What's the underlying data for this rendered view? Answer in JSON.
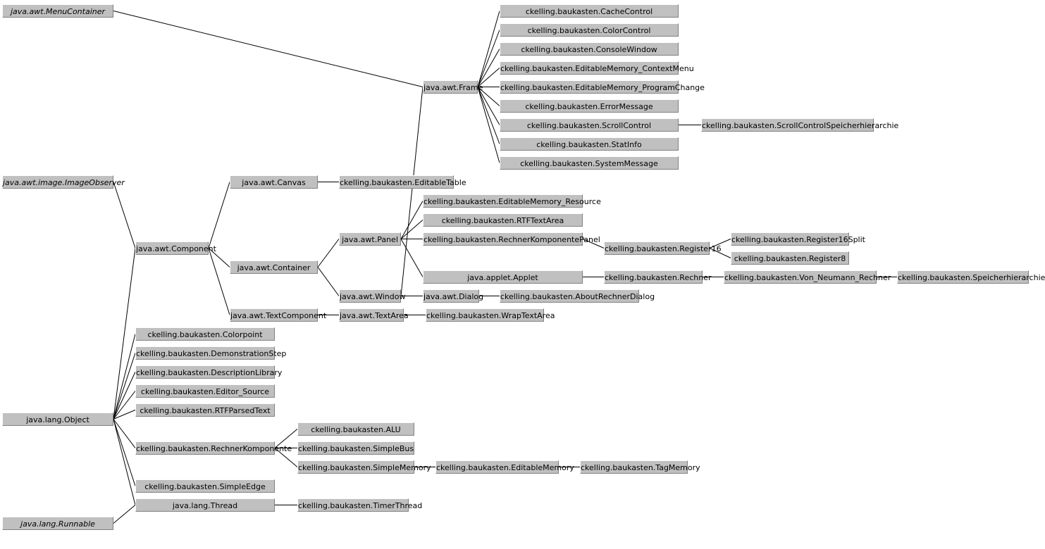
{
  "colors": {
    "node_bg": "#c0c0c0",
    "line": "#000000",
    "background": "#ffffff"
  },
  "nodes": [
    {
      "id": "MenuContainer",
      "label": "java.awt.MenuContainer",
      "interface": true
    },
    {
      "id": "ImageObserver",
      "label": "java.awt.image.ImageObserver",
      "interface": true
    },
    {
      "id": "Object",
      "label": "java.lang.Object"
    },
    {
      "id": "Runnable",
      "label": "java.lang.Runnable",
      "interface": true
    },
    {
      "id": "Component",
      "label": "java.awt.Component"
    },
    {
      "id": "Colorpoint",
      "label": "ckelling.baukasten.Colorpoint"
    },
    {
      "id": "DemonstrationStep",
      "label": "ckelling.baukasten.DemonstrationStep"
    },
    {
      "id": "DescriptionLibrary",
      "label": "ckelling.baukasten.DescriptionLibrary"
    },
    {
      "id": "Editor_Source",
      "label": "ckelling.baukasten.Editor_Source"
    },
    {
      "id": "RTFParsedText",
      "label": "ckelling.baukasten.RTFParsedText"
    },
    {
      "id": "RechnerKomponente",
      "label": "ckelling.baukasten.RechnerKomponente"
    },
    {
      "id": "SimpleEdge",
      "label": "ckelling.baukasten.SimpleEdge"
    },
    {
      "id": "Thread",
      "label": "java.lang.Thread"
    },
    {
      "id": "Canvas",
      "label": "java.awt.Canvas"
    },
    {
      "id": "Container",
      "label": "java.awt.Container"
    },
    {
      "id": "TextComponent",
      "label": "java.awt.TextComponent"
    },
    {
      "id": "ALU",
      "label": "ckelling.baukasten.ALU"
    },
    {
      "id": "SimpleBus",
      "label": "ckelling.baukasten.SimpleBus"
    },
    {
      "id": "SimpleMemory",
      "label": "ckelling.baukasten.SimpleMemory"
    },
    {
      "id": "TimerThread",
      "label": "ckelling.baukasten.TimerThread"
    },
    {
      "id": "EditableTable",
      "label": "ckelling.baukasten.EditableTable"
    },
    {
      "id": "Panel",
      "label": "java.awt.Panel"
    },
    {
      "id": "Window",
      "label": "java.awt.Window"
    },
    {
      "id": "TextArea",
      "label": "java.awt.TextArea"
    },
    {
      "id": "Frame",
      "label": "java.awt.Frame"
    },
    {
      "id": "EM_Resource",
      "label": "ckelling.baukasten.EditableMemory_Resource"
    },
    {
      "id": "RTFTextArea",
      "label": "ckelling.baukasten.RTFTextArea"
    },
    {
      "id": "RKPanel",
      "label": "ckelling.baukasten.RechnerKomponentePanel"
    },
    {
      "id": "Applet",
      "label": "java.applet.Applet"
    },
    {
      "id": "Dialog",
      "label": "java.awt.Dialog"
    },
    {
      "id": "WrapTextArea",
      "label": "ckelling.baukasten.WrapTextArea"
    },
    {
      "id": "EditableMemory",
      "label": "ckelling.baukasten.EditableMemory"
    },
    {
      "id": "CacheControl",
      "label": "ckelling.baukasten.CacheControl"
    },
    {
      "id": "ColorControl",
      "label": "ckelling.baukasten.ColorControl"
    },
    {
      "id": "ConsoleWindow",
      "label": "ckelling.baukasten.ConsoleWindow"
    },
    {
      "id": "EM_ContextMenu",
      "label": "ckelling.baukasten.EditableMemory_ContextMenu"
    },
    {
      "id": "EM_ProgramChange",
      "label": "ckelling.baukasten.EditableMemory_ProgramChange"
    },
    {
      "id": "ErrorMessage",
      "label": "ckelling.baukasten.ErrorMessage"
    },
    {
      "id": "ScrollControl",
      "label": "ckelling.baukasten.ScrollControl"
    },
    {
      "id": "StatInfo",
      "label": "ckelling.baukasten.StatInfo"
    },
    {
      "id": "SystemMessage",
      "label": "ckelling.baukasten.SystemMessage"
    },
    {
      "id": "AboutRechnerDialog",
      "label": "ckelling.baukasten.AboutRechnerDialog"
    },
    {
      "id": "Register16",
      "label": "ckelling.baukasten.Register16"
    },
    {
      "id": "Rechner",
      "label": "ckelling.baukasten.Rechner"
    },
    {
      "id": "TagMemory",
      "label": "ckelling.baukasten.TagMemory"
    },
    {
      "id": "SCSpeicher",
      "label": "ckelling.baukasten.ScrollControlSpeicherhierarchie"
    },
    {
      "id": "Register16Split",
      "label": "ckelling.baukasten.Register16Split"
    },
    {
      "id": "Register8",
      "label": "ckelling.baukasten.Register8"
    },
    {
      "id": "VonNeumann",
      "label": "ckelling.baukasten.Von_Neumann_Rechner"
    },
    {
      "id": "Speicherhierarchie",
      "label": "ckelling.baukasten.Speicherhierarchie"
    }
  ],
  "edges": [
    [
      "MenuContainer",
      "Frame"
    ],
    [
      "ImageObserver",
      "Component"
    ],
    [
      "Object",
      "Component"
    ],
    [
      "Object",
      "Colorpoint"
    ],
    [
      "Object",
      "DemonstrationStep"
    ],
    [
      "Object",
      "DescriptionLibrary"
    ],
    [
      "Object",
      "Editor_Source"
    ],
    [
      "Object",
      "RTFParsedText"
    ],
    [
      "Object",
      "RechnerKomponente"
    ],
    [
      "Object",
      "SimpleEdge"
    ],
    [
      "Object",
      "Thread"
    ],
    [
      "Runnable",
      "Thread"
    ],
    [
      "Component",
      "Canvas"
    ],
    [
      "Component",
      "Container"
    ],
    [
      "Component",
      "TextComponent"
    ],
    [
      "Canvas",
      "EditableTable"
    ],
    [
      "Container",
      "Panel"
    ],
    [
      "Container",
      "Window"
    ],
    [
      "TextComponent",
      "TextArea"
    ],
    [
      "RechnerKomponente",
      "ALU"
    ],
    [
      "RechnerKomponente",
      "SimpleBus"
    ],
    [
      "RechnerKomponente",
      "SimpleMemory"
    ],
    [
      "Thread",
      "TimerThread"
    ],
    [
      "SimpleMemory",
      "EditableMemory"
    ],
    [
      "EditableMemory",
      "TagMemory"
    ],
    [
      "Panel",
      "EM_Resource"
    ],
    [
      "Panel",
      "RTFTextArea"
    ],
    [
      "Panel",
      "RKPanel"
    ],
    [
      "Panel",
      "Applet"
    ],
    [
      "Window",
      "Frame"
    ],
    [
      "Window",
      "Dialog"
    ],
    [
      "TextArea",
      "WrapTextArea"
    ],
    [
      "Dialog",
      "AboutRechnerDialog"
    ],
    [
      "RKPanel",
      "Register16"
    ],
    [
      "Register16",
      "Register16Split"
    ],
    [
      "Register16",
      "Register8"
    ],
    [
      "Applet",
      "Rechner"
    ],
    [
      "Rechner",
      "VonNeumann"
    ],
    [
      "VonNeumann",
      "Speicherhierarchie"
    ],
    [
      "Frame",
      "CacheControl"
    ],
    [
      "Frame",
      "ColorControl"
    ],
    [
      "Frame",
      "ConsoleWindow"
    ],
    [
      "Frame",
      "EM_ContextMenu"
    ],
    [
      "Frame",
      "EM_ProgramChange"
    ],
    [
      "Frame",
      "ErrorMessage"
    ],
    [
      "Frame",
      "ScrollControl"
    ],
    [
      "Frame",
      "StatInfo"
    ],
    [
      "Frame",
      "SystemMessage"
    ],
    [
      "ScrollControl",
      "SCSpeicher"
    ]
  ]
}
